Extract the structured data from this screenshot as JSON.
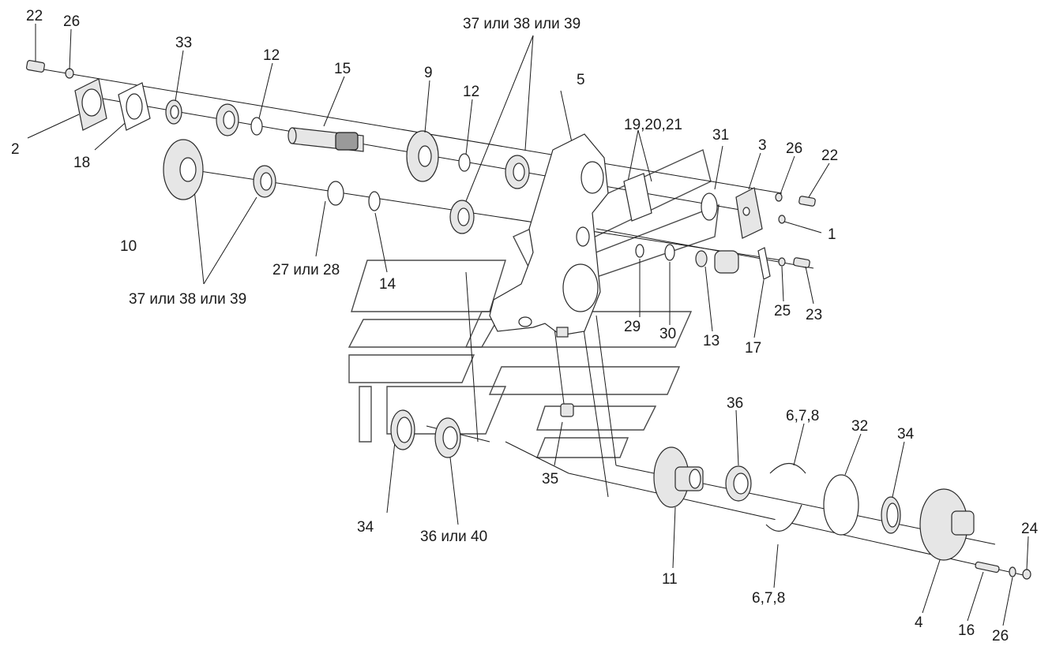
{
  "diagram": {
    "labels": {
      "l22a": "22",
      "l26a": "26",
      "l33": "33",
      "l12a": "12",
      "l15": "15",
      "l37a": "37 или 38 или 39",
      "l9": "9",
      "l12b": "12",
      "l5": "5",
      "l2": "2",
      "l18": "18",
      "l10": "10",
      "l27": "27 или 28",
      "l14": "14",
      "l37b": "37 или 38 или 39",
      "l19": "19,20,21",
      "l31": "31",
      "l3": "3",
      "l26b": "26",
      "l22b": "22",
      "l1": "1",
      "l29": "29",
      "l30": "30",
      "l13": "13",
      "l17": "17",
      "l25": "25",
      "l23": "23",
      "l35": "35",
      "l34a": "34",
      "l36a": "36 или 40",
      "l36b": "36",
      "l678a": "6,7,8",
      "l32": "32",
      "l34b": "34",
      "l11": "11",
      "l678b": "6,7,8",
      "l24": "24",
      "l4": "4",
      "l16": "16",
      "l26c": "26"
    }
  }
}
